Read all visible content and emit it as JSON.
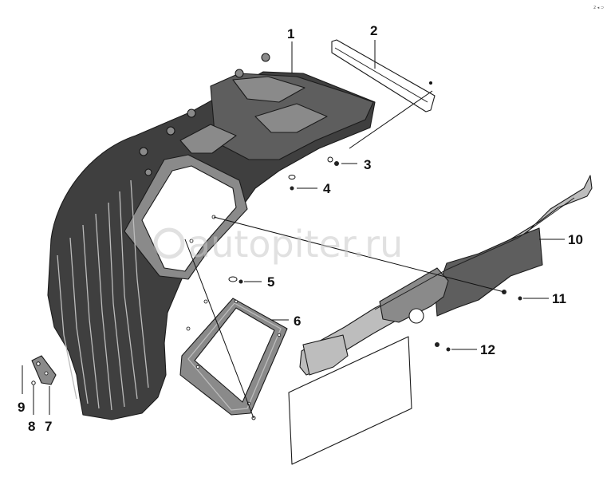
{
  "diagram": {
    "part_numbers": [
      "1",
      "2",
      "3",
      "4",
      "5",
      "6",
      "7",
      "8",
      "9",
      "10",
      "11",
      "12"
    ],
    "watermark_text": "autopiter.ru",
    "corner_mark": "2 ◂ ⊃"
  },
  "colors": {
    "part_dark": "#3f3f3f",
    "part_mid": "#5e5e5e",
    "part_light": "#8a8a8a",
    "part_pale": "#bdbdbd",
    "line": "#1b1b1b",
    "watermark": "#c9c9c9"
  }
}
